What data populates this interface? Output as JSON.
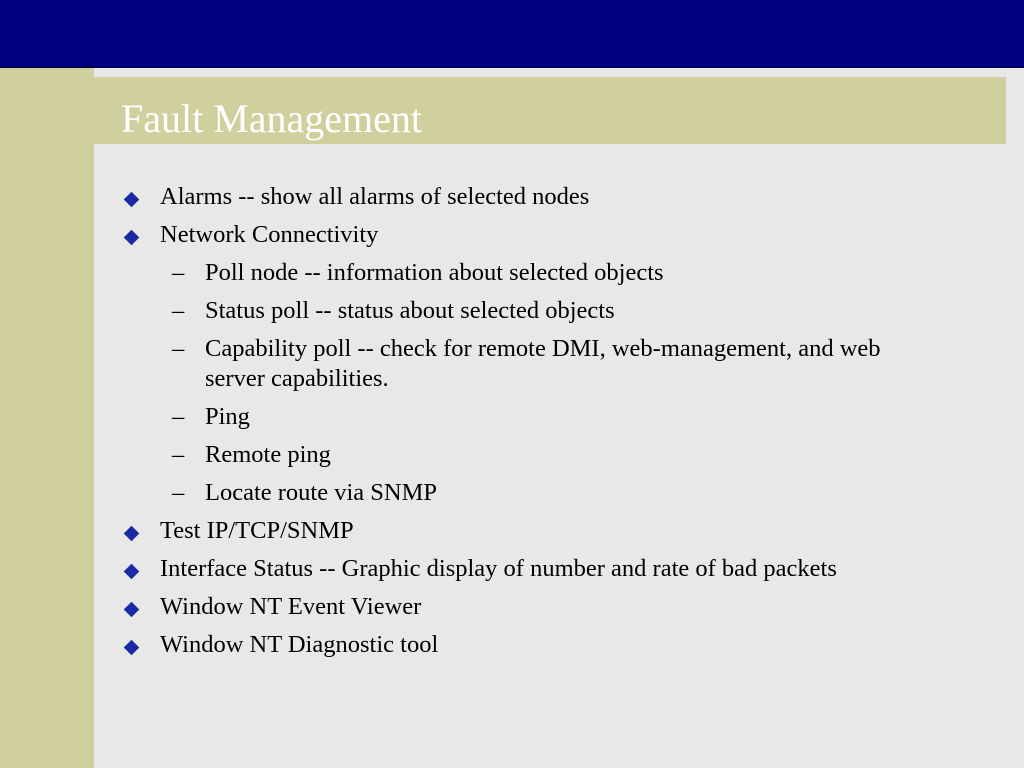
{
  "slide": {
    "title": "Fault Management",
    "colors": {
      "top_bar": "#000080",
      "accent_band": "#d0d09f",
      "content_background": "#e8e8e8",
      "bullet": "#1a2aa6"
    },
    "bullets": [
      {
        "level": 1,
        "marker": "diamond-icon",
        "text": "Alarms -- show all alarms of selected nodes"
      },
      {
        "level": 1,
        "marker": "diamond-icon",
        "text": "Network Connectivity"
      },
      {
        "level": 2,
        "marker": "–",
        "text": "Poll node -- information about selected objects"
      },
      {
        "level": 2,
        "marker": "–",
        "text": "Status poll -- status about selected objects"
      },
      {
        "level": 2,
        "marker": "–",
        "text": "Capability poll -- check for remote DMI, web-management, and web server capabilities."
      },
      {
        "level": 2,
        "marker": "–",
        "text": "Ping"
      },
      {
        "level": 2,
        "marker": "–",
        "text": "Remote ping"
      },
      {
        "level": 2,
        "marker": "–",
        "text": "Locate route via SNMP"
      },
      {
        "level": 1,
        "marker": "diamond-icon",
        "text": "Test IP/TCP/SNMP"
      },
      {
        "level": 1,
        "marker": "diamond-icon",
        "text": "Interface Status -- Graphic display of number and rate of bad packets"
      },
      {
        "level": 1,
        "marker": "diamond-icon",
        "text": "Window NT Event Viewer"
      },
      {
        "level": 1,
        "marker": "diamond-icon",
        "text": "Window NT Diagnostic tool"
      }
    ]
  }
}
